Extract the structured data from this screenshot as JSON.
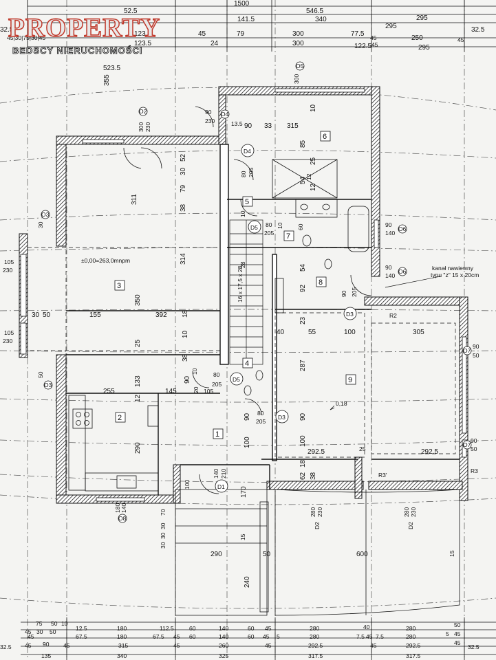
{
  "logo": {
    "main": "PROPERTY",
    "sub": "BEDSCY NIERUCHOMOŚCI"
  },
  "top_dims": {
    "row1": [
      "1500",
      "546.5"
    ],
    "row2": [
      "52.5",
      "295",
      "32.5"
    ],
    "row3": [
      "141.5",
      "340",
      "295"
    ],
    "row4": [
      "123.5",
      "45",
      "79",
      "300",
      "77.5",
      "45",
      "250",
      "45"
    ],
    "row5": [
      "123.5",
      "24",
      "300",
      "122.5",
      "45",
      "295"
    ],
    "left_edge": "32.5",
    "left_stack": "45|30|75|30|45"
  },
  "bottom_dims": {
    "row1": [
      "75",
      "50",
      "10"
    ],
    "row2": [
      "45",
      "30",
      "50",
      "12.5",
      "180",
      "112.5",
      "60",
      "140",
      "60",
      "45",
      "280",
      "40",
      "280",
      "50"
    ],
    "row3": [
      "45",
      "67.5",
      "180",
      "67.5",
      "45",
      "60",
      "140",
      "60",
      "45",
      "5",
      "280",
      "7.5",
      "45",
      "7.5",
      "280",
      "5",
      "45"
    ],
    "row4": [
      "32.5",
      "45",
      "90",
      "45",
      "315",
      "45",
      "260",
      "45",
      "292.5",
      "45",
      "292.5",
      "45",
      "32.5"
    ],
    "row5": [
      "135",
      "340",
      "325",
      "317.5",
      "317.5"
    ]
  },
  "rooms": [
    {
      "number": "1"
    },
    {
      "number": "2"
    },
    {
      "number": "3"
    },
    {
      "number": "4"
    },
    {
      "number": "5"
    },
    {
      "number": "6"
    },
    {
      "number": "7"
    },
    {
      "number": "8"
    },
    {
      "number": "9"
    }
  ],
  "tags": [
    "O2",
    "O3",
    "O3",
    "O4",
    "O5",
    "O6",
    "O6",
    "O7",
    "O7",
    "O8",
    "D1",
    "D2",
    "D2",
    "D3",
    "D3",
    "D4",
    "D5",
    "D5"
  ],
  "level_mark": "±0,00=263,0mnpm",
  "stair_label": "16 x 17,5 x 28",
  "slab_mark": "0,18",
  "annotation": {
    "line1": "kanał nawiewny",
    "line2": "typu \"z\" 15 x 20cm"
  },
  "labels": {
    "d523": "523.5",
    "d355": "355",
    "d300_230": "300",
    "d230": "230",
    "d90_230": "90",
    "d230b": "230",
    "d13_5": "13.5",
    "d90": "90",
    "d33": "33",
    "d315": "315",
    "d10": "10",
    "d300v": "300",
    "d85": "85",
    "d25": "25",
    "d54": "54",
    "d12": "12",
    "d80_205": "80",
    "d205": "205",
    "d30": "30",
    "d52": "52",
    "d311": "311",
    "d79": "79",
    "d38": "38",
    "d314": "314",
    "d28": "28",
    "d350": "350",
    "d25v": "25",
    "d155": "155",
    "d392": "392",
    "d18": "18",
    "d10v": "10",
    "d38b": "38",
    "d30_50": "30",
    "d50": "50",
    "d105": "105",
    "d230l": "230",
    "d105b": "105",
    "d230lb": "230",
    "d50_30": "50",
    "d30l": "30",
    "d255": "255",
    "d145": "145",
    "d20": "20",
    "d12v": "12",
    "d133": "133",
    "d290": "290",
    "d90b": "90",
    "d10b": "10",
    "d105c": "105",
    "d80b": "80",
    "d205b": "205",
    "d80c": "80",
    "d205c": "205",
    "d90c": "90",
    "d100": "100",
    "d18b": "18",
    "d62": "62",
    "d38c": "38",
    "d287": "287",
    "d90d": "90",
    "d100b": "100",
    "d23": "23",
    "d40": "40",
    "d55": "55",
    "d100c": "100",
    "d305": "305",
    "d92": "92",
    "d54b": "54",
    "d90e": "90",
    "d205d": "205",
    "d80d": "80",
    "d140": "140",
    "d90f": "90",
    "d140b": "140",
    "d90g": "90",
    "d50b": "50",
    "d90h": "90",
    "d50c": "50",
    "d292a": "292.5",
    "d292b": "292.5",
    "d25b": "25",
    "d280a": "280",
    "d230c": "230",
    "d280b": "280",
    "d230d": "230",
    "d180": "180",
    "d140c": "140",
    "d210": "210",
    "d100d": "100",
    "d170": "170",
    "d70": "70",
    "d30c": "30",
    "d30d": "30",
    "d30e": "30",
    "d290b": "290",
    "d50d": "50",
    "d600": "600",
    "d240": "240",
    "d15": "15",
    "d10c": "10",
    "d15b": "15",
    "d12b": "12",
    "d10d": "10",
    "d60": "60",
    "r2": "R2",
    "r3p": "R3'",
    "r3": "R3"
  }
}
